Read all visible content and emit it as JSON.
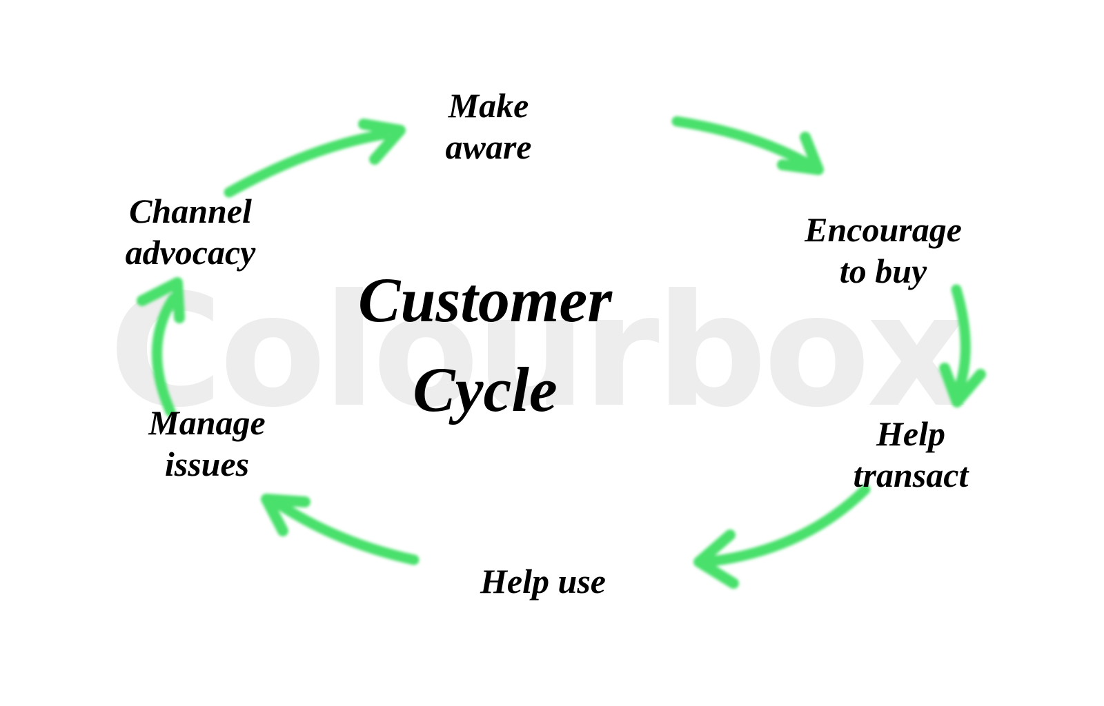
{
  "title": {
    "text": "Customer\nCycle"
  },
  "watermark": {
    "text": "Colourbox"
  },
  "colors": {
    "background": "#ffffff",
    "text_black": "#000000",
    "watermark_gray": "#ededed",
    "arrow_green": "#4ae06c"
  },
  "steps": [
    {
      "id": "make-aware",
      "label": "Make\naware"
    },
    {
      "id": "encourage-to-buy",
      "label": "Encourage\nto buy"
    },
    {
      "id": "help-transact",
      "label": "Help\ntransact"
    },
    {
      "id": "help-use",
      "label": "Help use"
    },
    {
      "id": "manage-issues",
      "label": "Manage\nissues"
    },
    {
      "id": "channel-advocacy",
      "label": "Channel\nadvocacy"
    }
  ],
  "connections": [
    {
      "from": "channel-advocacy",
      "to": "make-aware"
    },
    {
      "from": "make-aware",
      "to": "encourage-to-buy"
    },
    {
      "from": "encourage-to-buy",
      "to": "help-transact"
    },
    {
      "from": "help-transact",
      "to": "help-use"
    },
    {
      "from": "help-use",
      "to": "manage-issues"
    },
    {
      "from": "manage-issues",
      "to": "channel-advocacy"
    }
  ]
}
